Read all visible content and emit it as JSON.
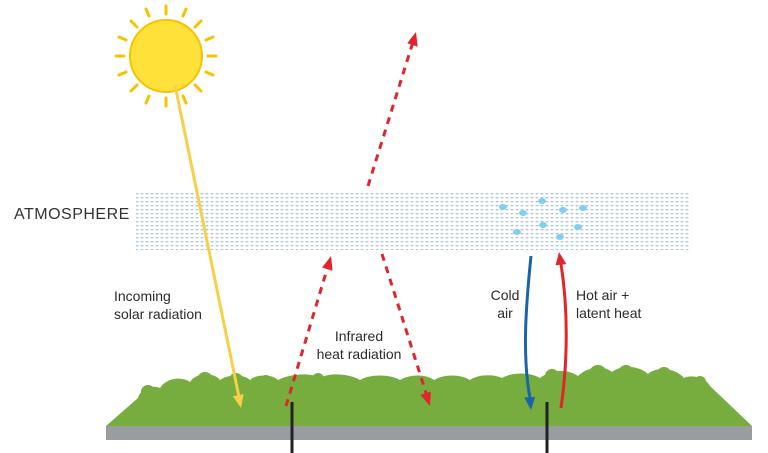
{
  "labels": {
    "atmosphere": "ATMOSPHERE",
    "incoming_line1": "Incoming",
    "incoming_line2": "solar radiation",
    "infrared_line1": "Infrared",
    "infrared_line2": "heat radiation",
    "cold_line1": "Cold",
    "cold_line2": "air",
    "hot_line1": "Hot air +",
    "hot_line2": "latent heat"
  },
  "colors": {
    "sun": "#FFE13A",
    "sun_outline": "#F6C300",
    "solar_arrow": "#F7D04A",
    "infrared_arrow": "#E0262C",
    "cold_arrow": "#1866A8",
    "hot_arrow": "#E0262C",
    "atmosphere_dots": "#AFC6D6",
    "water_droplets": "#7FD0F0",
    "grass": "#77AC3F",
    "ground": "#9A9DA0",
    "text": "#2B2B2B"
  }
}
